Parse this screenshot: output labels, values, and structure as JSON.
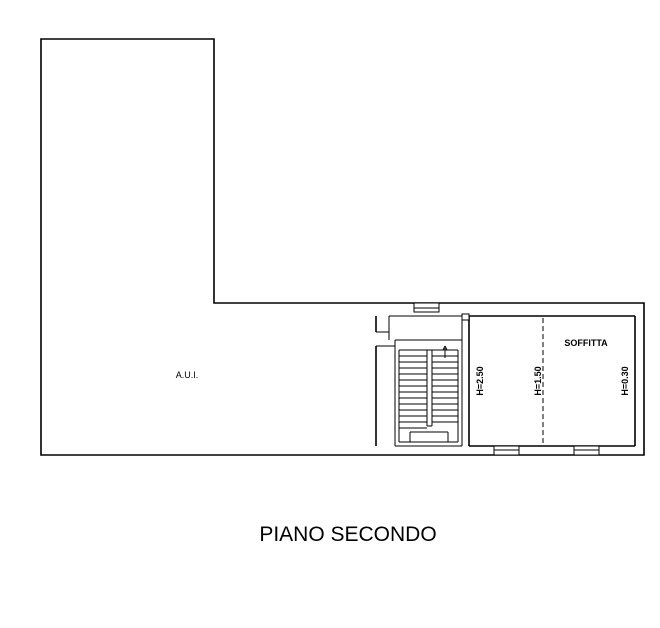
{
  "plan": {
    "title": "PIANO SECONDO",
    "rooms": {
      "aui": "A.U.I.",
      "soffitta": "SOFFITTA"
    },
    "heights": {
      "h250": "H=2.50",
      "h150": "H=1.50",
      "h030": "H=0.30"
    }
  }
}
